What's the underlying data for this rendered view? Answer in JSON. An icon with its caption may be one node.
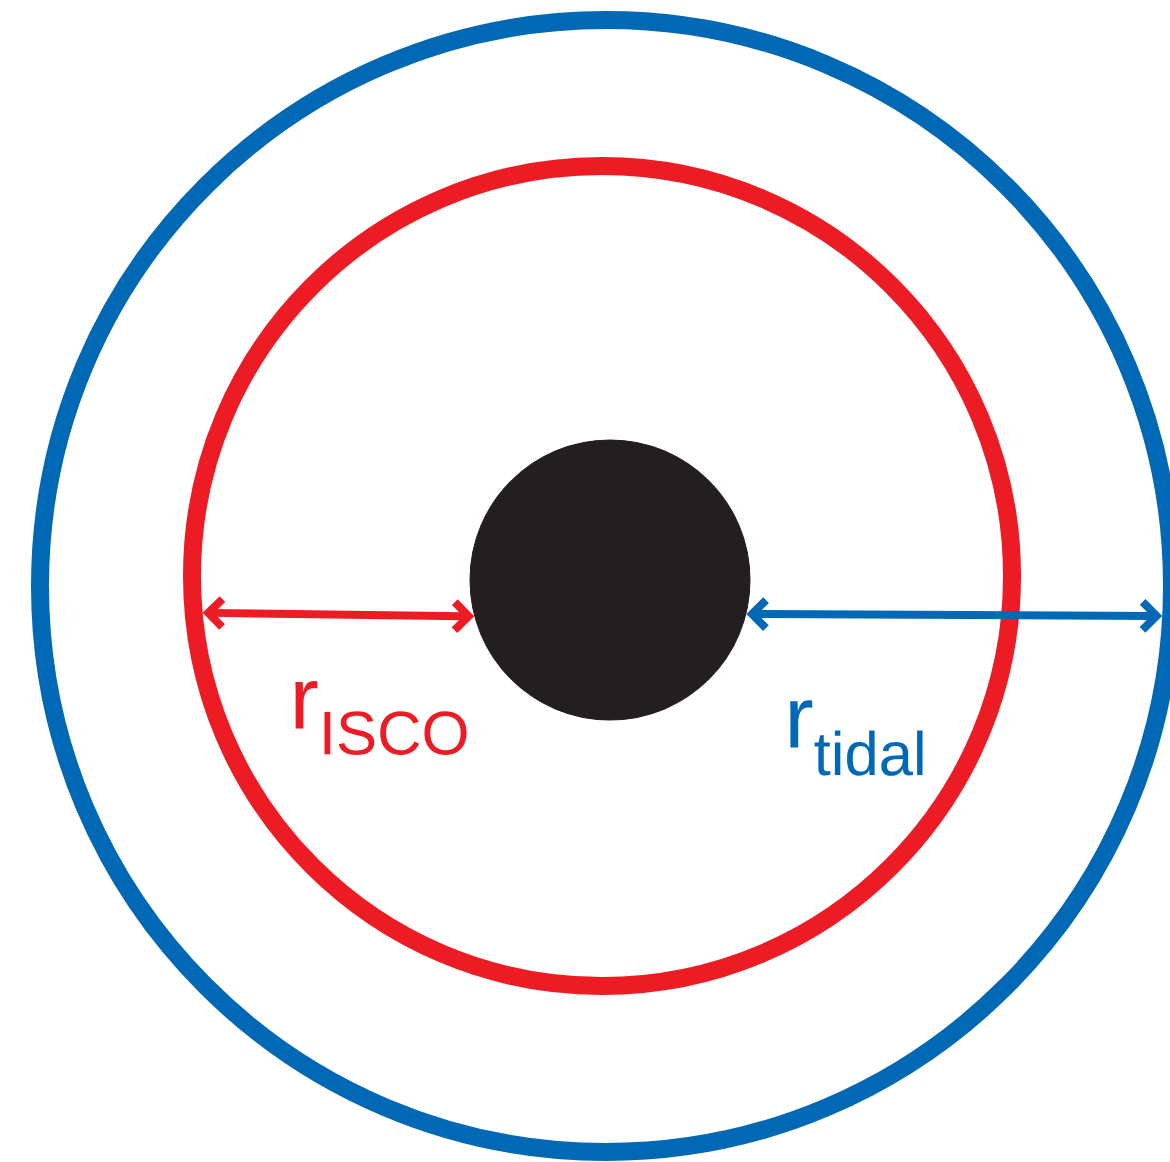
{
  "diagram": {
    "nodes": [
      {
        "text": [],
        "shape": "circle"
      },
      {
        "text": [],
        "shape": "circle",
        "in": 0
      },
      {
        "text": [],
        "shape": "circle",
        "in": 1
      }
    ],
    "edges": [
      {
        "from": 1,
        "to": 2,
        "arrow": "both",
        "label": "r$_{ISCO}$",
        "color": "#ed1c24"
      },
      {
        "from": 2,
        "to": 0,
        "arrow": "both",
        "label": "r$_{tidal}$",
        "color": "#0068b4"
      }
    ]
  }
}
